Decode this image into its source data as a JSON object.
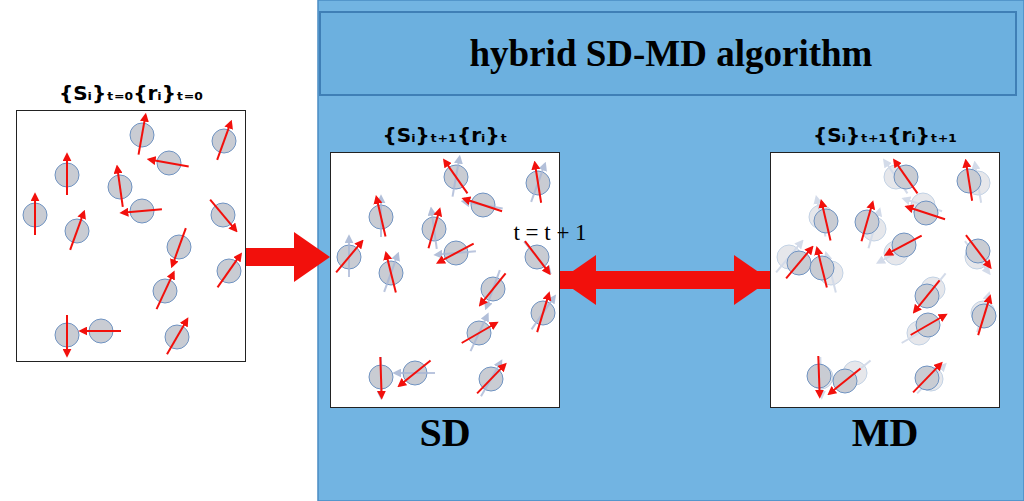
{
  "diagram": {
    "nodes": [
      {
        "text": [
          "{Sᵢ}ₜ₌₀{rᵢ}ₜ₌₀"
        ]
      },
      {
        "text": [
          "hybrid SD-MD algorithm"
        ]
      },
      {
        "text": [
          "{Sᵢ}ₜ₊₁{rᵢ}ₜ",
          "SD"
        ],
        "in": 1
      },
      {
        "text": [
          "{Sᵢ}ₜ₊₁{rᵢ}ₜ₊₁",
          "MD"
        ],
        "in": 1
      }
    ],
    "edges": [
      {
        "from": 0,
        "to": 2,
        "arrow": "to"
      },
      {
        "from": 2,
        "to": 3,
        "arrow": "to"
      },
      {
        "from": 3,
        "to": 2,
        "arrow": "to",
        "label": "t = t + 1"
      }
    ]
  }
}
